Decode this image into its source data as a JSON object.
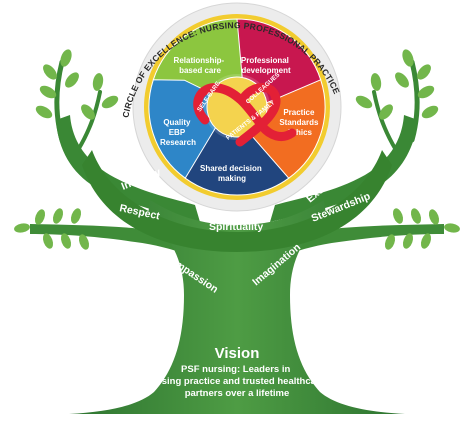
{
  "title": "CIRCLE OF EXCELLENCE: NURSING PROFESSIONAL PRACTICE MODEL",
  "segments": [
    {
      "label_lines": [
        "Relationship-",
        "based care"
      ],
      "color": "#8cc63f"
    },
    {
      "label_lines": [
        "Professional",
        "development"
      ],
      "color": "#c8174f"
    },
    {
      "label_lines": [
        "Practice",
        "Standards",
        "Ethics"
      ],
      "color": "#f26d21"
    },
    {
      "label_lines": [
        "Shared decision",
        "making"
      ],
      "color": "#21457e"
    },
    {
      "label_lines": [
        "Quality",
        "EBP",
        "Research"
      ],
      "color": "#2e86c8"
    }
  ],
  "ribbon": {
    "self_care": "SELF CARE",
    "colleagues": "COLLEAGUES",
    "patients_family": "PATIENTS & FAMILY",
    "color": "#e32036"
  },
  "branch_values": {
    "integrity": "Integrity",
    "respect": "Respect",
    "spirituality": "Spirituality",
    "excellence": "Excellence",
    "stewardship": "Stewardship",
    "compassion": "Compassion",
    "imagination": "Imagination"
  },
  "vision": {
    "title": "Vision",
    "lines": [
      "PSF nursing: Leaders in",
      "nursing practice and trusted healthcare",
      "partners over a lifetime"
    ]
  },
  "colors": {
    "tree_dark": "#2f7a30",
    "tree_light": "#4f9d43",
    "leaf": "#6fb24a",
    "ring_outer": "#e9e9e9",
    "ring_gold": "#f2cc2f"
  }
}
